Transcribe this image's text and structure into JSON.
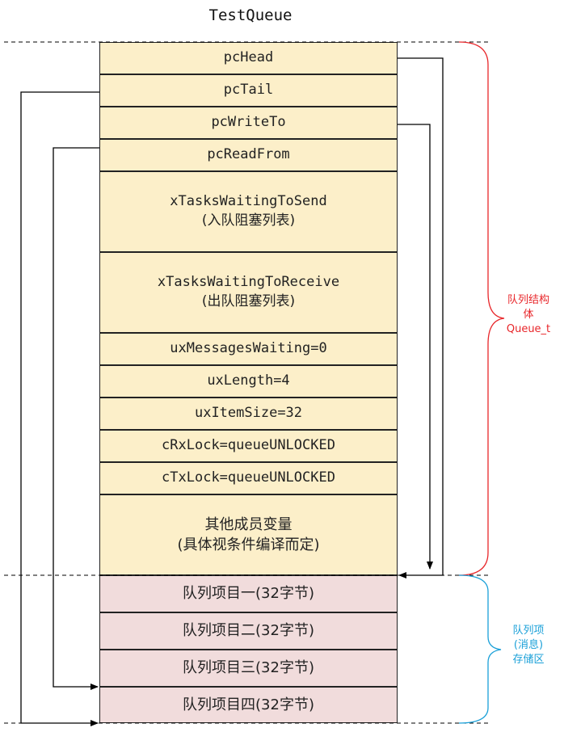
{
  "title": "TestQueue",
  "struct_fields": [
    {
      "name": "pcHead"
    },
    {
      "name": "pcTail"
    },
    {
      "name": "pcWriteTo"
    },
    {
      "name": "pcReadFrom"
    },
    {
      "name": "xTasksWaitingToSend",
      "note": "(入队阻塞列表)"
    },
    {
      "name": "xTasksWaitingToReceive",
      "note": "(出队阻塞列表)"
    },
    {
      "name": "uxMessagesWaiting=0"
    },
    {
      "name": "uxLength=4"
    },
    {
      "name": "uxItemSize=32"
    },
    {
      "name": "cRxLock=queueUNLOCKED"
    },
    {
      "name": "cTxLock=queueUNLOCKED"
    },
    {
      "name": "其他成员变量",
      "note": "(具体视条件编译而定)"
    }
  ],
  "storage_items": [
    {
      "name": "队列项目一(32字节)"
    },
    {
      "name": "队列项目二(32字节)"
    },
    {
      "name": "队列项目三(32字节)"
    },
    {
      "name": "队列项目四(32字节)"
    }
  ],
  "struct_label": [
    "队列结构",
    "体",
    "Queue_t"
  ],
  "storage_label": [
    "队列项",
    "(消息)",
    "存储区"
  ],
  "colors": {
    "struct_fill": "#fcefc9",
    "storage_fill": "#f1dcdc",
    "struct_brace": "#e8262a",
    "storage_brace": "#1aa0d8"
  }
}
